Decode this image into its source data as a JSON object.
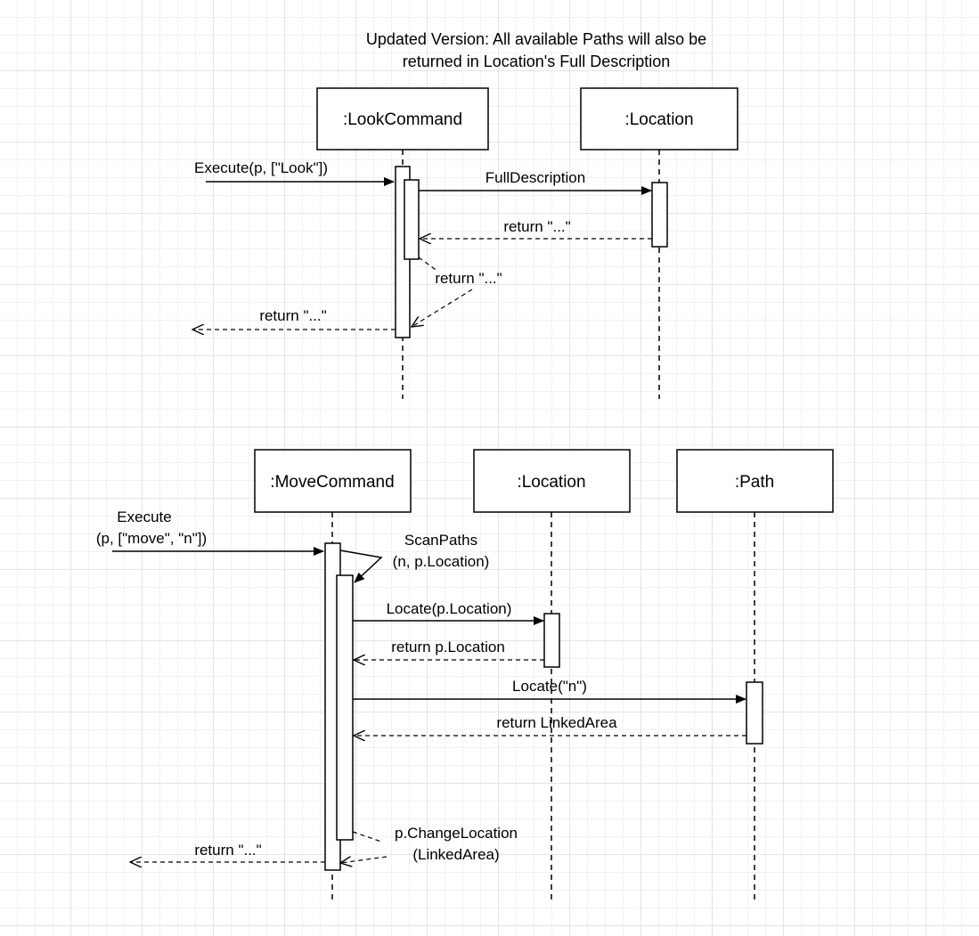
{
  "title": {
    "line1": "Updated Version: All available Paths will also be",
    "line2": "returned in Location's Full Description"
  },
  "look": {
    "participants": [
      ":LookCommand",
      ":Location"
    ],
    "messages": {
      "execute": "Execute(p, [\"Look\"])",
      "full_description": "FullDescription",
      "return_inner": "return \"...\"",
      "return_self": "return \"...\"",
      "return_out": "return \"...\""
    }
  },
  "move": {
    "participants": [
      ":MoveCommand",
      ":Location",
      ":Path"
    ],
    "messages": {
      "execute_line1": "Execute",
      "execute_line2": "(p, [\"move\", \"n\"])",
      "scan_line1": "ScanPaths",
      "scan_line2": "(n, p.Location)",
      "locate_location": "Locate(p.Location)",
      "return_location": "return p.Location",
      "locate_path": "Locate(\"n\")",
      "return_linked": "return LinkedArea",
      "change_line1": "p.ChangeLocation",
      "change_line2": "(LinkedArea)",
      "return_out": "return \"...\""
    }
  }
}
